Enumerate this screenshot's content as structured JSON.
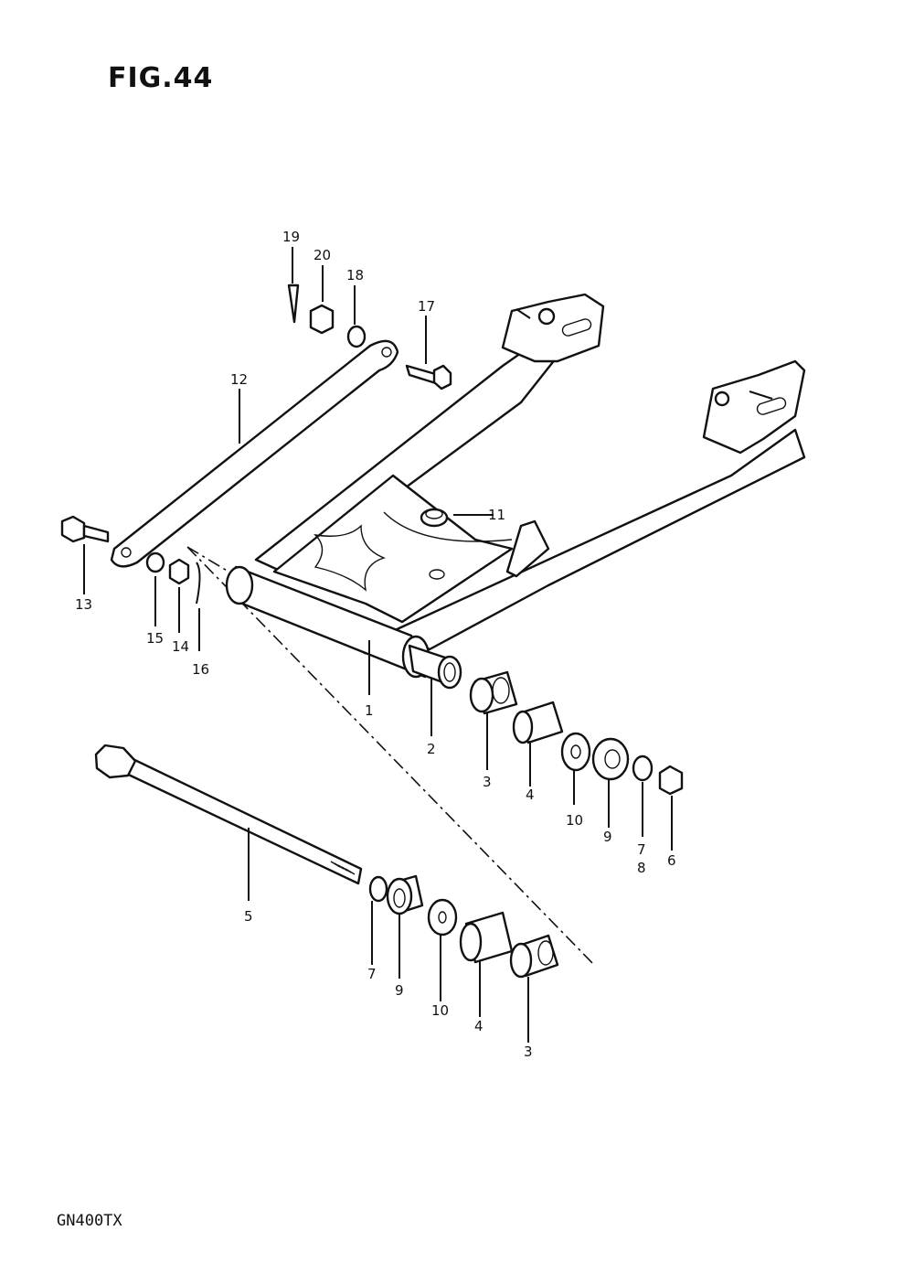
{
  "figure": {
    "title": "FIG.44",
    "model": "GN400TX"
  },
  "callouts": [
    {
      "num": "19"
    },
    {
      "num": "20"
    },
    {
      "num": "18"
    },
    {
      "num": "17"
    },
    {
      "num": "12"
    },
    {
      "num": "11"
    },
    {
      "num": "13"
    },
    {
      "num": "15"
    },
    {
      "num": "14"
    },
    {
      "num": "16"
    },
    {
      "num": "1"
    },
    {
      "num": "2"
    },
    {
      "num": "3"
    },
    {
      "num": "4"
    },
    {
      "num": "10"
    },
    {
      "num": "9"
    },
    {
      "num": "7"
    },
    {
      "num": "8"
    },
    {
      "num": "6"
    },
    {
      "num": "5"
    },
    {
      "num": "7"
    },
    {
      "num": "9"
    },
    {
      "num": "10"
    },
    {
      "num": "4"
    },
    {
      "num": "3"
    }
  ]
}
